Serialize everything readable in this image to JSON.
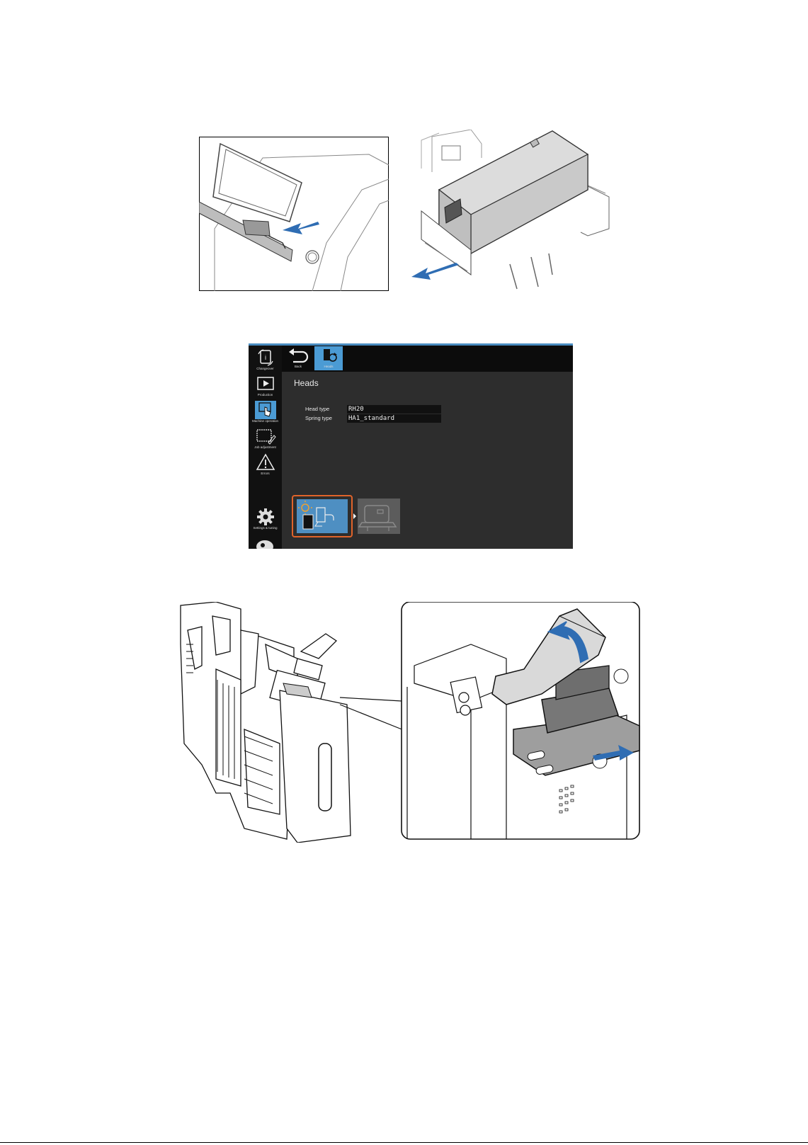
{
  "screen": {
    "sidebar": [
      {
        "label": "Changeover",
        "icon": "changeover-icon",
        "active": false
      },
      {
        "label": "Production",
        "icon": "play-icon",
        "active": false
      },
      {
        "label": "Machine operation",
        "icon": "hand-touch-icon",
        "active": true
      },
      {
        "label": "Job adjustment",
        "icon": "edit-icon",
        "active": false
      },
      {
        "label": "Errors",
        "icon": "warning-icon",
        "active": false
      },
      {
        "label": "Settings & tuning",
        "icon": "gear-icon",
        "active": false
      }
    ],
    "toolbar": {
      "back_label": "Back",
      "heads_label": "Heads"
    },
    "page_title": "Heads",
    "fields": [
      {
        "label": "Head type",
        "value": "RH20"
      },
      {
        "label": "Spring type",
        "value": "HA1_standard"
      }
    ]
  },
  "colors": {
    "accent": "#4b9bd4",
    "arrow": "#2f6db3",
    "highlight": "#e0632a",
    "panel_bg": "#2d2d2d"
  }
}
